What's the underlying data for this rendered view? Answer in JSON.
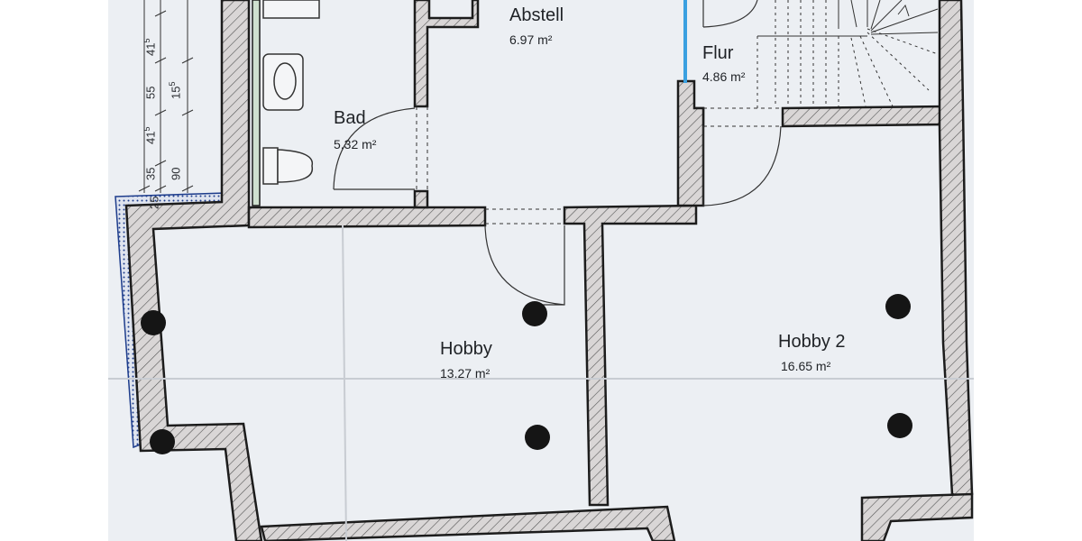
{
  "rooms": {
    "abstell": {
      "name": "Abstell",
      "area": "6.97 m²"
    },
    "bad": {
      "name": "Bad",
      "area": "5.32 m²"
    },
    "flur": {
      "name": "Flur",
      "area": "4.86 m²"
    },
    "hobby": {
      "name": "Hobby",
      "area": "13.27 m²"
    },
    "hobby2": {
      "name": "Hobby 2",
      "area": "16.65 m²"
    }
  },
  "dimensions": {
    "d1": {
      "main": "41",
      "sup": "5"
    },
    "d2": {
      "main": "55",
      "sup": ""
    },
    "d3": {
      "main": "15",
      "sup": "5"
    },
    "d4": {
      "main": "41",
      "sup": "5"
    },
    "d5": {
      "main": "35",
      "sup": ""
    },
    "d6": {
      "main": "90",
      "sup": ""
    },
    "d7": {
      "main": "25",
      "sup": ""
    }
  },
  "colors": {
    "paper": "#eceff3",
    "wall_outline": "#1c1c1c",
    "wall_fill": "#d9d6d6",
    "insulation": "#1e3d8c",
    "glass_door": "#3aa0e0"
  }
}
